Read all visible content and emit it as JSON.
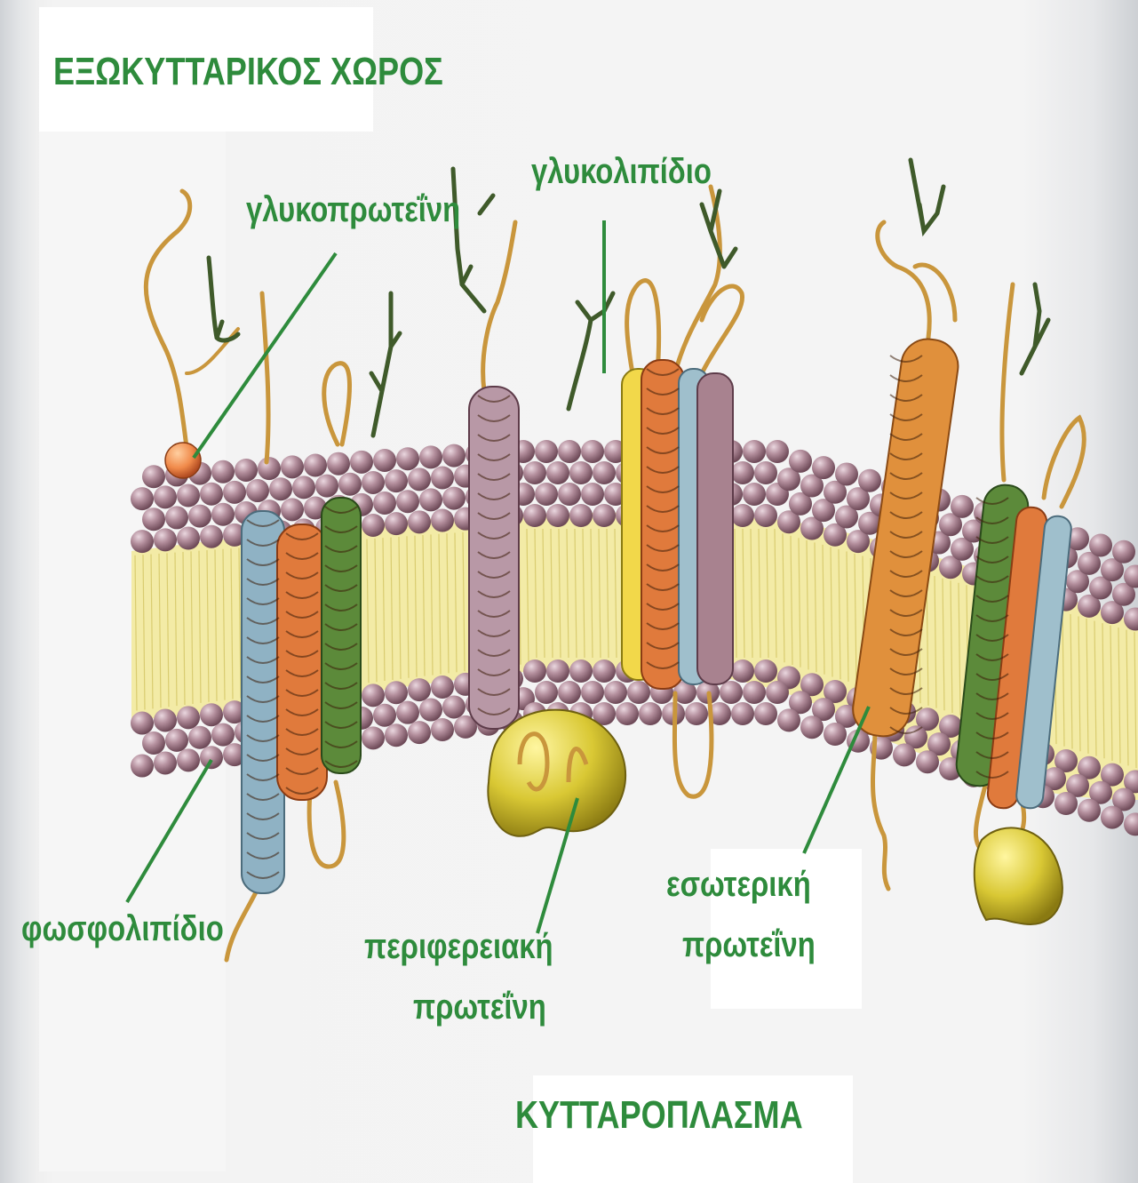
{
  "labels": {
    "extracellular": "ΕΞΩΚΥΤΤΑΡΙΚΟΣ ΧΩΡΟΣ",
    "glycoprotein": "γλυκοπρωτεΐνη",
    "glycolipid": "γλυκολιπίδιο",
    "phospholipid": "φωσφολιπίδιο",
    "peripheral_line1": "περιφερειακή",
    "peripheral_line2": "πρωτεΐνη",
    "integral_line1": "εσωτερική",
    "integral_line2": "πρωτεΐνη",
    "cytoplasm": "ΚΥΤΤΑΡΟΠΛΑΣΜΑ"
  },
  "colors": {
    "label_green": "#2e8b3c",
    "head_purple": "#a8828f",
    "tail_yellow": "#f2eaa0",
    "protein_orange": "#e07a3c",
    "protein_green": "#5c8a3a",
    "protein_blue": "#8fb2c4",
    "protein_mauve": "#b898a6",
    "peripheral_yellow": "#d8c83a",
    "chain_tan": "#c9963c",
    "sugar_green": "#3f5a2a"
  }
}
